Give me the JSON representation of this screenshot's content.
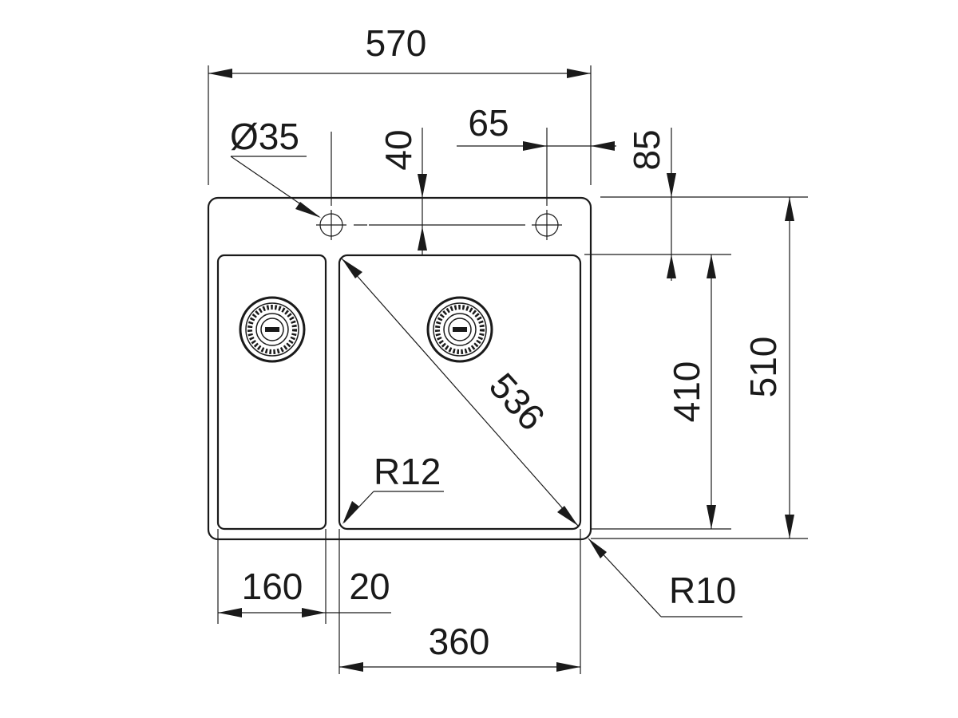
{
  "dimensions": {
    "overall_width": "570",
    "hole_diameter": "Ø35",
    "hole_offset_top": "40",
    "hole_spacing": "65",
    "bowl_offset_top": "85",
    "overall_depth": "510",
    "main_bowl_depth": "410",
    "main_bowl_diagonal": "536",
    "inner_corner_radius": "R12",
    "outer_corner_radius": "R10",
    "small_bowl_width": "160",
    "divider_width": "20",
    "main_bowl_width": "360"
  },
  "colors": {
    "line": "#1a1a1a",
    "background": "#ffffff"
  },
  "icons": [
    "drain-strainer-icon",
    "tap-hole-icon"
  ]
}
